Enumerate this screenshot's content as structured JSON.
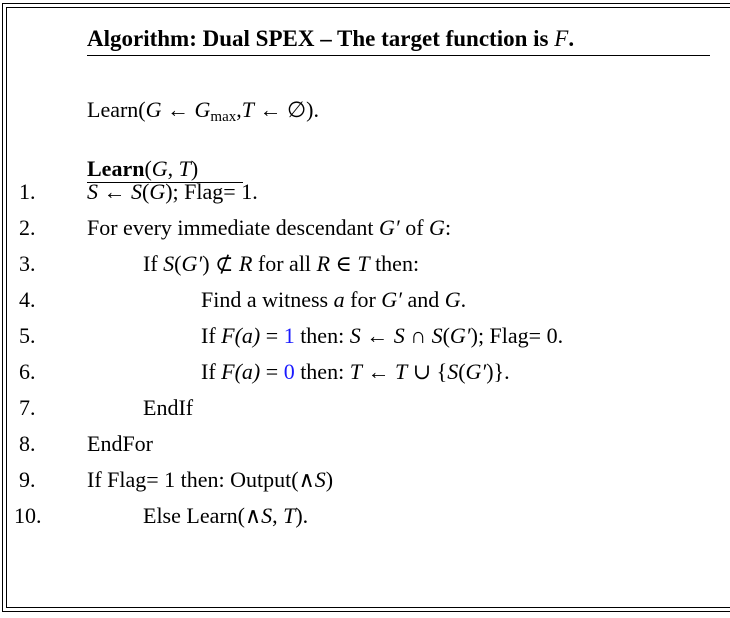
{
  "algorithm": {
    "title_prefix": "Algorithm: Dual SPEX – The target function is ",
    "title_var": "F",
    "title_suffix": ".",
    "call": {
      "name": "Learn",
      "open": "(",
      "G": "G",
      "arrow": " ← ",
      "Gmax_base": "G",
      "Gmax_sub": "max",
      "comma": ",",
      "T": "T",
      "empty": "∅",
      "close": ")."
    },
    "procedure": {
      "name": "Learn",
      "args_open": "(",
      "G": "G",
      "comma": ", ",
      "T": "T",
      "args_close": ")"
    },
    "line_numbers": [
      "1.",
      "2.",
      "3.",
      "4.",
      "5.",
      "6.",
      "7.",
      "8.",
      "9.",
      "10."
    ],
    "steps": {
      "s1": {
        "S": "S",
        "arrow": " ← ",
        "SG": "S",
        "paren": "(",
        "G": "G",
        "rest": "); Flag",
        "eq": "= 1."
      },
      "s2": {
        "text": "For every immediate descendant ",
        "Gp": "G′",
        "of": " of ",
        "G": "G",
        "colon": ":"
      },
      "s3": {
        "if": "If ",
        "S": "S",
        "lp": "(",
        "Gp": "G′",
        "rp": ")",
        "notsub": " ⊄ ",
        "R": "R",
        "forall": " for all ",
        "R2": "R",
        "in": " ∈ ",
        "T": "T",
        "then": " then:"
      },
      "s4": {
        "text": "Find a witness ",
        "a": "a",
        "for": " for ",
        "Gp": "G′",
        "and": " and ",
        "G": "G",
        "dot": "."
      },
      "s5": {
        "if": "If ",
        "F": "F",
        "arg": "(a)",
        "eq": " = ",
        "val": "1",
        "then": " then: ",
        "S": "S",
        "arrow": " ← ",
        "S2": "S",
        "cap": " ∩ ",
        "S3": "S",
        "lp": "(",
        "Gp": "G′",
        "rp": ")",
        "flag": "; Flag",
        "flageq": "= 0."
      },
      "s6": {
        "if": "If ",
        "F": "F",
        "arg": "(a)",
        "eq": " = ",
        "val": "0",
        "then": " then: ",
        "T": "T",
        "arrow": " ← ",
        "T2": "T",
        "cup": " ∪ ",
        "set_open": "{",
        "S": "S",
        "lp": "(",
        "Gp": "G′",
        "rp": ")",
        "set_close": "}",
        "dot": "."
      },
      "s7": {
        "text": "EndIf"
      },
      "s8": {
        "text": "EndFor"
      },
      "s9": {
        "text": "If Flag",
        "eq": "= 1 then: Output(",
        "wedge": "∧",
        "S": "S",
        "close": ")"
      },
      "s10": {
        "text": "Else Learn(",
        "wedge": "∧",
        "S": "S",
        "comma": ", ",
        "T": "T",
        "close": ")."
      }
    },
    "colors": {
      "text": "#000000",
      "highlight": "#1a1aff",
      "background": "#ffffff"
    }
  }
}
